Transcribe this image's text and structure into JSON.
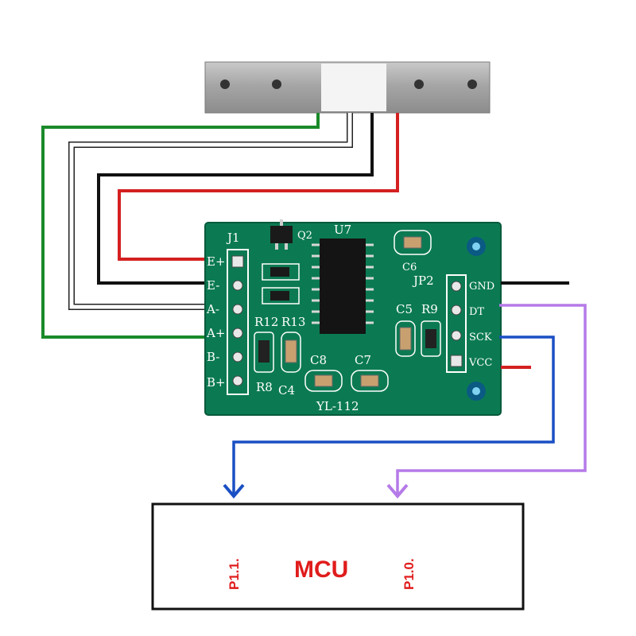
{
  "board": {
    "name": "YL-112",
    "header_left": "J1",
    "header_right": "JP2",
    "left_pins": [
      "E+",
      "E-",
      "A-",
      "A+",
      "B-",
      "B+"
    ],
    "right_pins": [
      "GND",
      "DT",
      "SCK",
      "VCC"
    ],
    "components": {
      "q2": "Q2",
      "u7": "U7",
      "c6": "C6",
      "c5": "C5",
      "r9": "R9",
      "r12": "R12",
      "r13": "R13",
      "r8": "R8",
      "c4": "C4",
      "c8": "C8",
      "c7": "C7"
    }
  },
  "mcu": {
    "label": "MCU",
    "pin_sck": "P1.1.",
    "pin_dt": "P1.0."
  },
  "colors": {
    "board_green": "#0b7a52",
    "wire_green": "#1a8a2a",
    "wire_red": "#d42020",
    "wire_black": "#111111",
    "wire_white": "#ffffff",
    "wire_blue": "#1a4fc4",
    "wire_purple": "#b57ae8",
    "mcu_text": "#e01c1c"
  }
}
